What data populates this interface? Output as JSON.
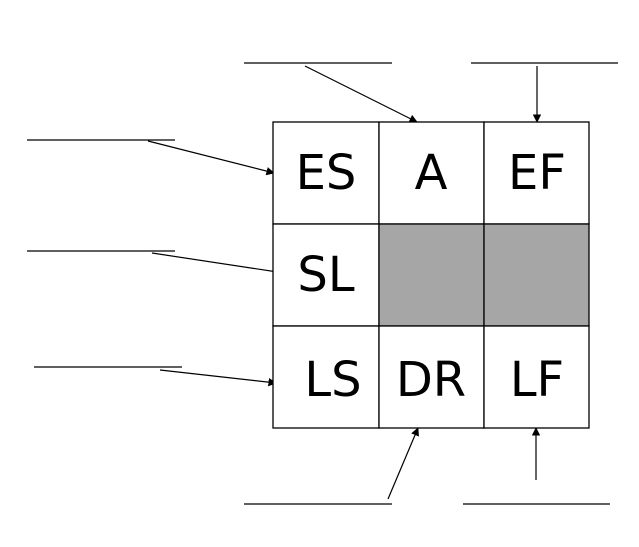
{
  "grid": {
    "cells": [
      {
        "label": "ES",
        "shaded": false
      },
      {
        "label": "A",
        "shaded": false
      },
      {
        "label": "EF",
        "shaded": false
      },
      {
        "label": "SL",
        "shaded": false
      },
      {
        "label": "",
        "shaded": true
      },
      {
        "label": "",
        "shaded": true
      },
      {
        "label": "LS",
        "shaded": false
      },
      {
        "label": "DR",
        "shaded": false
      },
      {
        "label": "LF",
        "shaded": false
      }
    ],
    "shade_color": "#a6a6a6",
    "line_color": "#000000"
  }
}
